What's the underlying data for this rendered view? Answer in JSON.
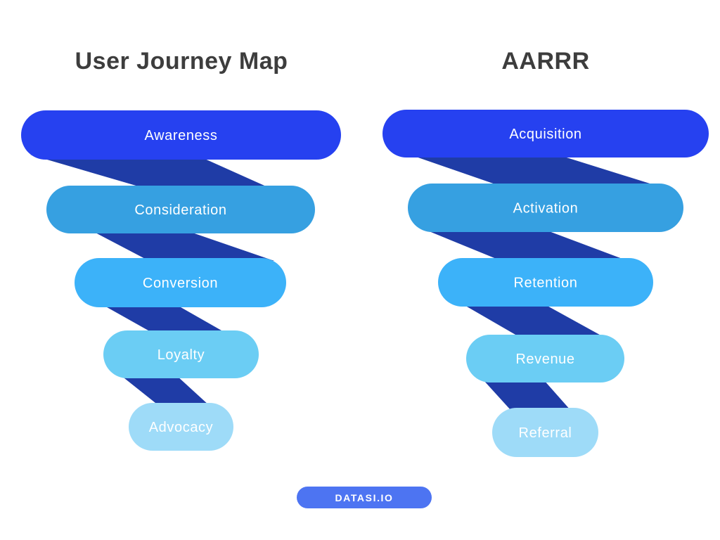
{
  "page_background": "#ffffff",
  "title_color": "#3d3d3d",
  "stage_text_color": "#ffffff",
  "connector_color": "#1f3ca6",
  "funnels": [
    {
      "title": "User Journey Map",
      "stages": [
        {
          "label": "Awareness",
          "color": "#2641f0"
        },
        {
          "label": "Consideration",
          "color": "#36a0e1"
        },
        {
          "label": "Conversion",
          "color": "#3cb2f9"
        },
        {
          "label": "Loyalty",
          "color": "#6bcdf4"
        },
        {
          "label": "Advocacy",
          "color": "#9edbf8"
        }
      ]
    },
    {
      "title": "AARRR",
      "stages": [
        {
          "label": "Acquisition",
          "color": "#2641f0"
        },
        {
          "label": "Activation",
          "color": "#36a0e1"
        },
        {
          "label": "Retention",
          "color": "#3cb2f9"
        },
        {
          "label": "Revenue",
          "color": "#6bcdf4"
        },
        {
          "label": "Referral",
          "color": "#9edbf8"
        }
      ]
    }
  ],
  "badge": {
    "label": "DATASI.IO",
    "background": "#4d74f2",
    "text_color": "#ffffff"
  }
}
